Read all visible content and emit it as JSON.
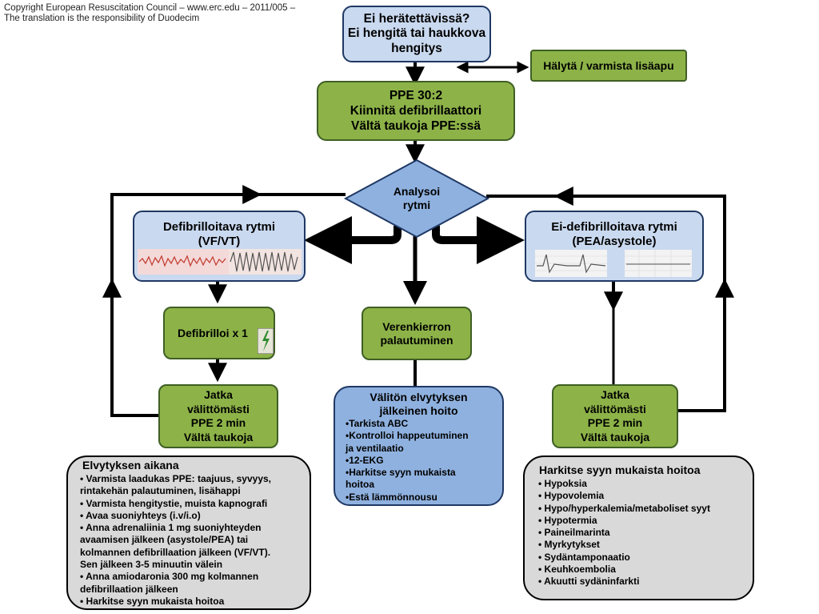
{
  "copyright": {
    "line1": "Copyright European Resuscitation Council – www.erc.edu – 2011/005 –",
    "line2": "The translation is the responsibility of Duodecim"
  },
  "start": {
    "line1": "Ei herätettävissä?",
    "line2": "Ei hengitä tai haukkova",
    "line3": "hengitys"
  },
  "alert": {
    "label": "Hälytä / varmista lisäapu"
  },
  "cpr": {
    "line1": "PPE 30:2",
    "line2": "Kiinnitä defibrillaattori",
    "line3": "Vältä taukoja PPE:ssä"
  },
  "analyse": {
    "line1": "Analysoi",
    "line2": "rytmi"
  },
  "shockable": {
    "line1": "Defibrilloitava rytmi",
    "line2": "(VF/VT)"
  },
  "nonshockable": {
    "line1": "Ei-defibrilloitava rytmi",
    "line2": "(PEA/asystole)"
  },
  "defib": {
    "label": "Defibrilloi x 1"
  },
  "rosc": {
    "line1": "Verenkierron",
    "line2": "palautuminen"
  },
  "resume_left": {
    "line1": "Jatka",
    "line2": "välittömästi",
    "line3": "PPE 2 min",
    "line4": "Vältä taukoja"
  },
  "resume_right": {
    "line1": "Jatka",
    "line2": "välittömästi",
    "line3": "PPE 2 min",
    "line4": "Vältä taukoja"
  },
  "post_care": {
    "title1": "Välitön elvytyksen",
    "title2": "jälkeinen hoito",
    "items": [
      "•Tarkista ABC",
      "•Kontrolloi  happeutuminen",
      "ja ventilaatio",
      "•12-EKG",
      "•Harkitse syyn mukaista",
      "hoitoa",
      "•Estä lämmönnousu"
    ]
  },
  "during_cpr": {
    "title": "Elvytyksen aikana",
    "items": [
      "• Varmista laadukas PPE: taajuus, syvyys,",
      "rintakehän palautuminen, lisähappi",
      "• Varmista hengitystie,  muista kapnografi",
      "• Avaa suoniyhteys  (i.v/i.o)",
      "• Anna adrenaliinia 1 mg suoniyhteyden",
      "avaamisen jälkeen (asystole/PEA)  tai",
      "kolmannen defibrillaation jälkeen (VF/VT).",
      "Sen jälkeen 3-5 minuutin välein",
      "• Anna  amiodaronia 300 mg kolmannen",
      "defibrillaation jälkeen",
      "• Harkitse syyn  mukaista hoitoa"
    ]
  },
  "causes": {
    "title": "Harkitse syyn mukaista hoitoa",
    "items": [
      "• Hypoksia",
      "• Hypovolemia",
      "• Hypo/hyperkalemia/metaboliset syyt",
      "• Hypotermia",
      "• Paineilmarinta",
      "• Myrkytykset",
      "• Sydäntamponaatio",
      "• Keuhkoembolia",
      "• Akuutti sydäninfarkti"
    ]
  },
  "colors": {
    "blue_box": "#c9d9ef",
    "green_box": "#8db348",
    "diamond": "#8fb1df",
    "grey_box": "#d9d9d9"
  }
}
